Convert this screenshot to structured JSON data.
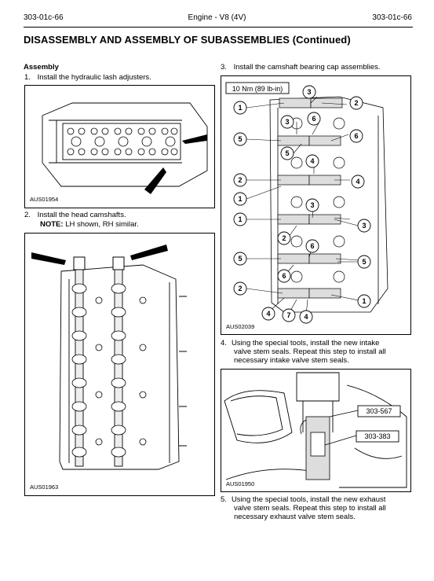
{
  "header": {
    "left": "303-01c-66",
    "center": "Engine - V8 (4V)",
    "right": "303-01c-66"
  },
  "section_title": "DISASSEMBLY AND ASSEMBLY OF SUBASSEMBLIES (Continued)",
  "assembly_heading": "Assembly",
  "steps": {
    "s1": {
      "num": "1.",
      "text": "Install the hydraulic lash adjusters."
    },
    "s2": {
      "num": "2.",
      "text": "Install the head camshafts.",
      "note_label": "NOTE:",
      "note_text": "LH shown, RH similar."
    },
    "s3": {
      "num": "3.",
      "text": "Install the camshaft bearing cap assemblies."
    },
    "s4": {
      "num": "4.",
      "lines": [
        "Using the special tools, install the new intake",
        "valve stem seals. Repeat this step to install all",
        "necessary intake valve stem seals."
      ]
    },
    "s5": {
      "num": "5.",
      "lines": [
        "Using the special tools, install the new exhaust",
        "valve stem seals. Repeat this step to install all",
        "necessary exhaust valve stem seals."
      ]
    }
  },
  "figures": {
    "fig1": {
      "id": "AUS01954"
    },
    "fig2": {
      "id": "AUS01963"
    },
    "fig3": {
      "id": "AUS02039",
      "torque": "10 Nm (89 lb-in)",
      "callouts": [
        "3",
        "1",
        "2",
        "5",
        "6",
        "3",
        "6",
        "5",
        "2",
        "4",
        "4",
        "1",
        "3",
        "3",
        "1",
        "2",
        "5",
        "6",
        "5",
        "6",
        "2",
        "1",
        "4",
        "7",
        "4"
      ]
    },
    "fig4": {
      "id": "AUS01950",
      "tool_a": "303-567",
      "tool_b": "303-383"
    }
  },
  "colors": {
    "ink": "#000000",
    "paper": "#ffffff",
    "shade": "#d0d0d0"
  }
}
